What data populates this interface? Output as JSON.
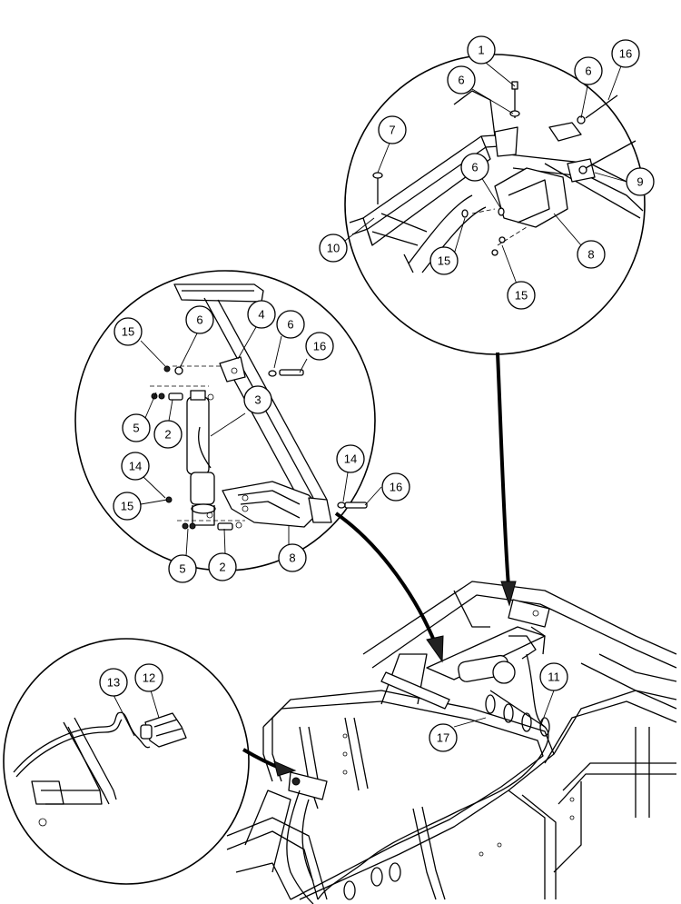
{
  "callouts": {
    "top": [
      "1",
      "16",
      "6",
      "6",
      "7",
      "6",
      "9",
      "10",
      "15",
      "8",
      "15"
    ],
    "middle": [
      "6",
      "4",
      "15",
      "6",
      "16",
      "3",
      "5",
      "2",
      "14",
      "14",
      "16",
      "15",
      "5",
      "2",
      "8"
    ],
    "bottom_left": [
      "13",
      "12"
    ],
    "main": [
      "11",
      "17"
    ]
  }
}
